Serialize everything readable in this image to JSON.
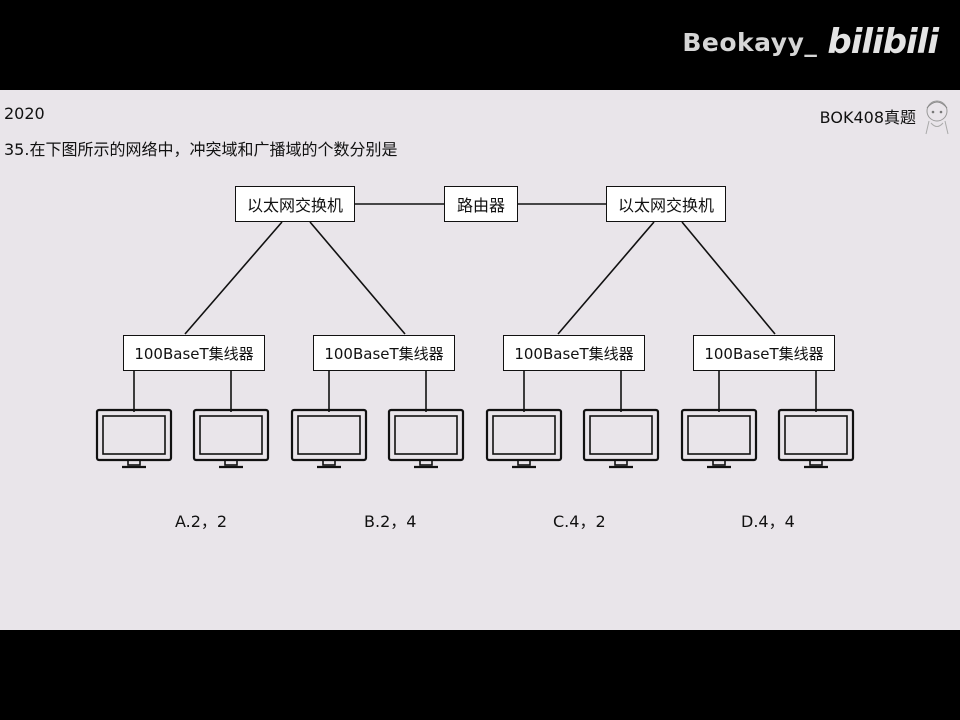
{
  "watermark": {
    "user": "Beokayy_",
    "logo": "bilibili"
  },
  "slide": {
    "year": "2020",
    "source": "BOK408真题",
    "question": "35.在下图所示的网络中，冲突域和广播域的个数分别是"
  },
  "network": {
    "switch_left": "以太网交换机",
    "router": "路由器",
    "switch_right": "以太网交换机",
    "hubs": [
      "100BaseT集线器",
      "100BaseT集线器",
      "100BaseT集线器",
      "100BaseT集线器"
    ]
  },
  "options": [
    "A.2，2",
    "B.2，4",
    "C.4，2",
    "D.4，4"
  ],
  "icons": {
    "computer": "monitor-icon",
    "mascot": "anime-mascot-icon"
  }
}
